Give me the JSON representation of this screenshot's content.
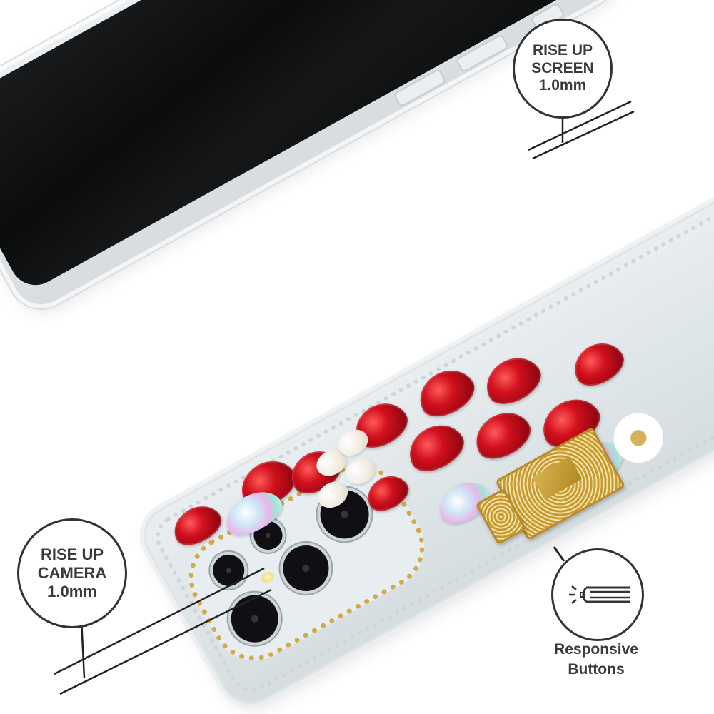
{
  "product": {
    "type": "phone case product photo",
    "colors": {
      "gem_red": "#c8101c",
      "gold": "#c9a043",
      "callout_stroke": "#333333",
      "callout_text": "#3a3a3a",
      "screen": "#0d0e0f",
      "background": "#ffffff"
    }
  },
  "callouts": {
    "screen": {
      "icon": "arrow-up-icon",
      "lines": [
        "RISE UP",
        "SCREEN",
        "1.0mm"
      ]
    },
    "camera": {
      "icon": "arrow-up-icon",
      "lines": [
        "RISE UP",
        "CAMERA",
        "1.0mm"
      ]
    },
    "buttons": {
      "icon": "button-press-icon",
      "caption_lines": [
        "Responsive",
        "Buttons"
      ]
    }
  }
}
